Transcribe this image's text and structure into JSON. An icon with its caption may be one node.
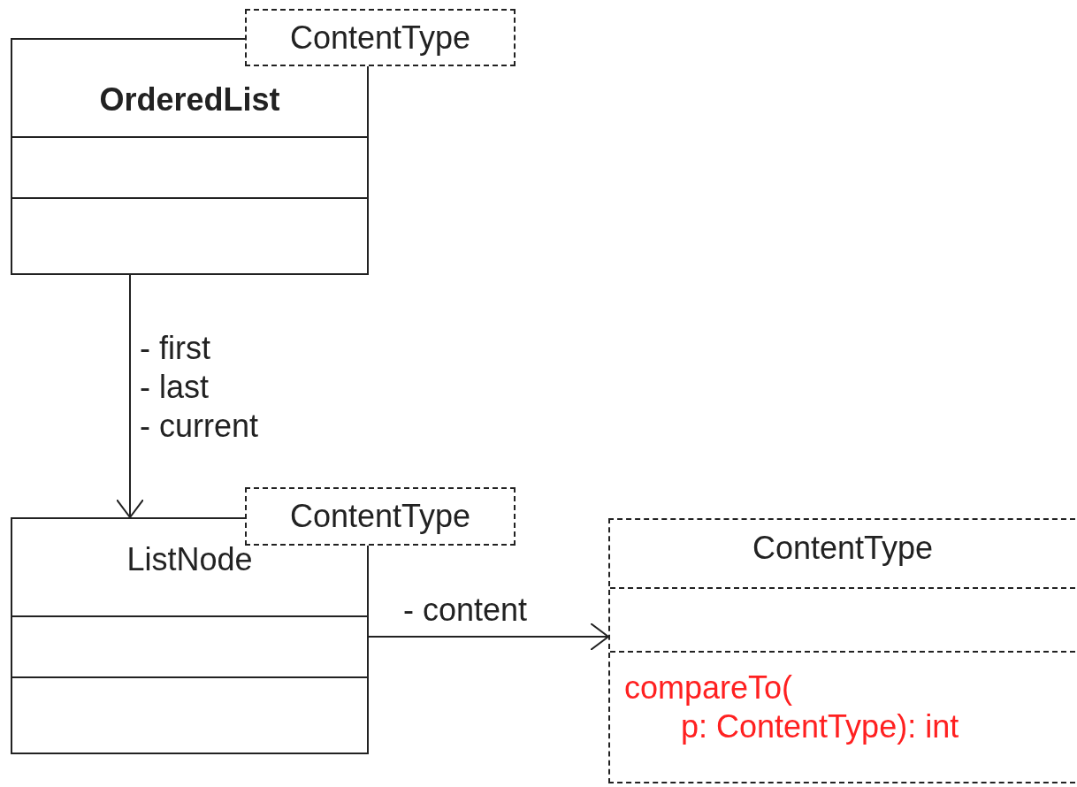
{
  "diagram": {
    "nodes": [
      {
        "text": [
          "OrderedList"
        ]
      },
      {
        "text": [
          "ContentType"
        ]
      },
      {
        "text": [
          "ListNode"
        ]
      },
      {
        "text": [
          "ContentType"
        ]
      },
      {
        "text": [
          "ContentType",
          "compareTo( p: ContentType): int"
        ]
      }
    ],
    "edges": [
      {
        "from": 0,
        "to": 2,
        "arrow": "to",
        "label": "- first - last - current"
      },
      {
        "from": 2,
        "to": 4,
        "arrow": "to",
        "label": "- content"
      }
    ]
  }
}
